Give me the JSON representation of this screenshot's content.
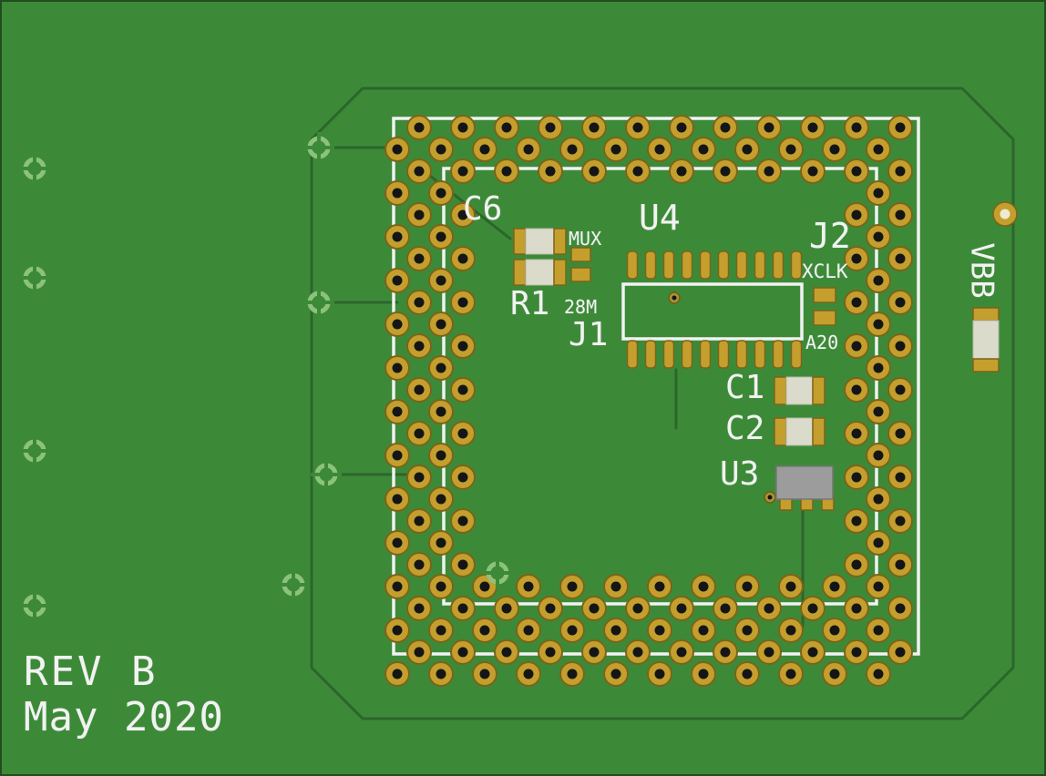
{
  "silkscreen": {
    "revision": "REV B",
    "date": "May 2020",
    "reference_designators": {
      "c6": "C6",
      "r1": "R1",
      "j1": "J1",
      "u4": "U4",
      "j2": "J2",
      "c1": "C1",
      "c2": "C2",
      "u3": "U3",
      "vbb": "VBB"
    },
    "jumper_option_labels": {
      "mux": "MUX",
      "m28": "28M",
      "xclk": "XCLK",
      "a20": "A20"
    }
  },
  "colors": {
    "board_green": "#3c8a38",
    "trace_green": "#2b662b",
    "silkscreen_white": "#f2f2f2",
    "pad_gold": "#c49f2e",
    "drill_hole_black": "#151515",
    "via_light_green": "#8cc27b",
    "smd_body": "#dbdbcc",
    "u3_body": "#9c9c9c"
  }
}
